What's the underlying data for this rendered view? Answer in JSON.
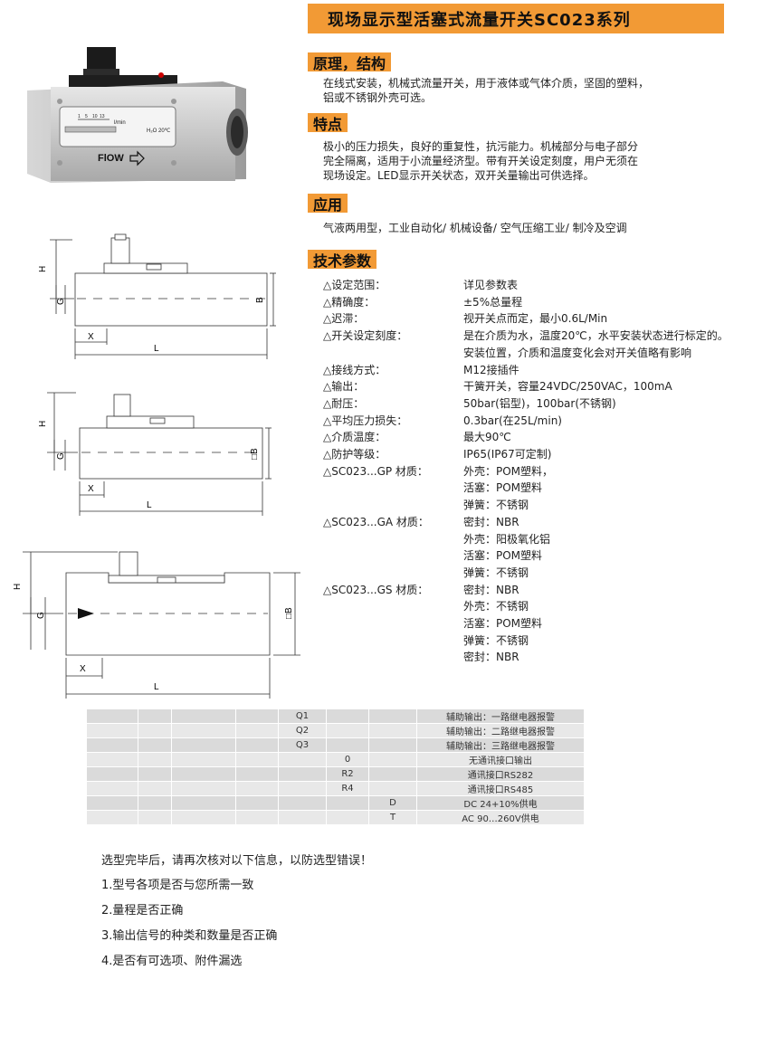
{
  "title": "现场显示型活塞式流量开关SC023系列",
  "product_image": {
    "scale_label": "l/min",
    "scale_ticks": [
      "1",
      "5",
      "10",
      "13"
    ],
    "medium_label": "H₂O 20℃",
    "flow_label": "FlOW"
  },
  "sections": {
    "principle": {
      "heading": "原理，结构",
      "lines": [
        "在线式安装，机械式流量开关，用于液体或气体介质，坚固的塑料，",
        "铝或不锈钢外壳可选。"
      ]
    },
    "features": {
      "heading": "特点",
      "lines": [
        "极小的压力损失，良好的重复性，抗污能力。机械部分与电子部分",
        "完全隔离，适用于小流量经济型。带有开关设定刻度，用户无须在",
        "现场设定。LED显示开关状态，双开关量输出可供选择。"
      ]
    },
    "application": {
      "heading": "应用",
      "lines": [
        "气液两用型，工业自动化/ 机械设备/ 空气压缩工业/ 制冷及空调"
      ]
    },
    "specs": {
      "heading": "技术参数"
    }
  },
  "specs": [
    {
      "label": "△设定范围：",
      "value": "详见参数表"
    },
    {
      "label": "△精确度：",
      "value": "±5%总量程"
    },
    {
      "label": "△迟滞：",
      "value": "视开关点而定，最小0.6L/Min"
    },
    {
      "label": "△开关设定刻度：",
      "value": "是在介质为水，温度20℃，水平安装状态进行标定的。"
    },
    {
      "label": "",
      "value": "安装位置，介质和温度变化会对开关值略有影响"
    },
    {
      "label": "△接线方式：",
      "value": "M12接插件"
    },
    {
      "label": "△输出：",
      "value": "干簧开关，容量24VDC/250VAC，100mA"
    },
    {
      "label": "△耐压：",
      "value": "50bar(铝型)，100bar(不锈钢)"
    },
    {
      "label": "△平均压力损失：",
      "value": "0.3bar(在25L/min)"
    },
    {
      "label": "△介质温度：",
      "value": "最大90℃"
    },
    {
      "label": "△防护等级：",
      "value": "IP65(IP67可定制)"
    },
    {
      "label": "△SC023...GP 材质：",
      "value": "外壳：POM塑料，"
    },
    {
      "label": "",
      "value": "活塞：POM塑料"
    },
    {
      "label": "",
      "value": "弹簧：不锈钢"
    },
    {
      "label": "△SC023...GA 材质：",
      "value": "密封：NBR"
    },
    {
      "label": "",
      "value": "外壳：阳极氧化铝"
    },
    {
      "label": "",
      "value": "活塞：POM塑料"
    },
    {
      "label": "",
      "value": "弹簧：不锈钢"
    },
    {
      "label": "△SC023...GS 材质：",
      "value": "密封：NBR"
    },
    {
      "label": "",
      "value": "外壳：不锈钢"
    },
    {
      "label": "",
      "value": "活塞：POM塑料"
    },
    {
      "label": "",
      "value": "弹簧：不锈钢"
    },
    {
      "label": "",
      "value": "密封：NBR"
    }
  ],
  "drawings": {
    "labels": {
      "H": "H",
      "G": "G",
      "B": "B",
      "B_square": "□B",
      "X": "X",
      "L": "L"
    }
  },
  "selection_table": {
    "rows": [
      {
        "code_col": 4,
        "code": "Q1",
        "desc": "辅助输出：一路继电器报警"
      },
      {
        "code_col": 4,
        "code": "Q2",
        "desc": "辅助输出：二路继电器报警"
      },
      {
        "code_col": 4,
        "code": "Q3",
        "desc": "辅助输出：三路继电器报警"
      },
      {
        "code_col": 5,
        "code": "0",
        "desc": "无通讯接口输出"
      },
      {
        "code_col": 5,
        "code": "R2",
        "desc": "通讯接口RS282"
      },
      {
        "code_col": 5,
        "code": "R4",
        "desc": "通讯接口RS485"
      },
      {
        "code_col": 6,
        "code": "D",
        "desc": "DC 24+10%供电"
      },
      {
        "code_col": 6,
        "code": "T",
        "desc": "AC 90…260V供电"
      }
    ]
  },
  "checklist": {
    "intro": "选型完毕后，请再次核对以下信息，以防选型错误！",
    "items": [
      "1.型号各项是否与您所需一致",
      "2.量程是否正确",
      "3.输出信号的种类和数量是否正确",
      "4.是否有可选项、附件漏选"
    ]
  },
  "colors": {
    "accent": "#f29a35"
  }
}
